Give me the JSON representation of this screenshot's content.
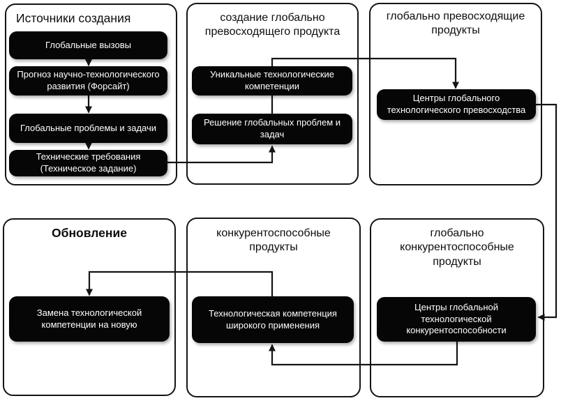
{
  "diagram": {
    "language": "ru",
    "colors": {
      "background": "#ffffff",
      "panel_border": "#141414",
      "box_background": "#060606",
      "box_text": "#ffffff",
      "line": "#141414"
    },
    "panels": [
      {
        "title": "Источники создания",
        "boxes": [
          {
            "label": "Глобальные вызовы"
          },
          {
            "label": "Прогноз научно-технологического развития (Форсайт)"
          },
          {
            "label": "Глобальные проблемы и задачи"
          },
          {
            "label": "Технические требования (Техническое задание)"
          }
        ]
      },
      {
        "title": "создание глобально превосходящего продукта",
        "boxes": [
          {
            "label": "Уникальные технологические компетенции"
          },
          {
            "label": "Решение глобальных проблем и задач"
          }
        ]
      },
      {
        "title": "глобально превосходящие продукты",
        "boxes": [
          {
            "label": "Центры глобального технологического превосходства"
          }
        ]
      },
      {
        "title": "Обновление",
        "boxes": [
          {
            "label": "Замена технологической компетенции на новую"
          }
        ]
      },
      {
        "title": "конкурентоспособные продукты",
        "boxes": [
          {
            "label": "Технологическая компетенция широкого применения"
          }
        ]
      },
      {
        "title": "глобально конкурентоспособные продукты",
        "boxes": [
          {
            "label": "Центры глобальной технологической конкурентоспособности"
          }
        ]
      }
    ],
    "connections": [
      {
        "from": "Глобальные вызовы",
        "to": "Прогноз научно-технологического развития (Форсайт)"
      },
      {
        "from": "Прогноз научно-технологического развития (Форсайт)",
        "to": "Глобальные проблемы и задачи"
      },
      {
        "from": "Глобальные проблемы и задачи",
        "to": "Технические требования (Техническое задание)"
      },
      {
        "from": "Технические требования (Техническое задание)",
        "to": "Решение глобальных проблем и задач"
      },
      {
        "from": "Решение глобальных проблем и задач",
        "to": "Центры глобального технологического превосходства"
      },
      {
        "from": "Центры глобального технологического превосходства",
        "to": "Центры глобальной технологической конкурентоспособности"
      },
      {
        "from": "Центры глобальной технологической конкурентоспособности",
        "to": "Технологическая компетенция широкого применения"
      },
      {
        "from": "Технологическая компетенция широкого применения",
        "to": "Замена технологической компетенции на новую"
      }
    ]
  }
}
